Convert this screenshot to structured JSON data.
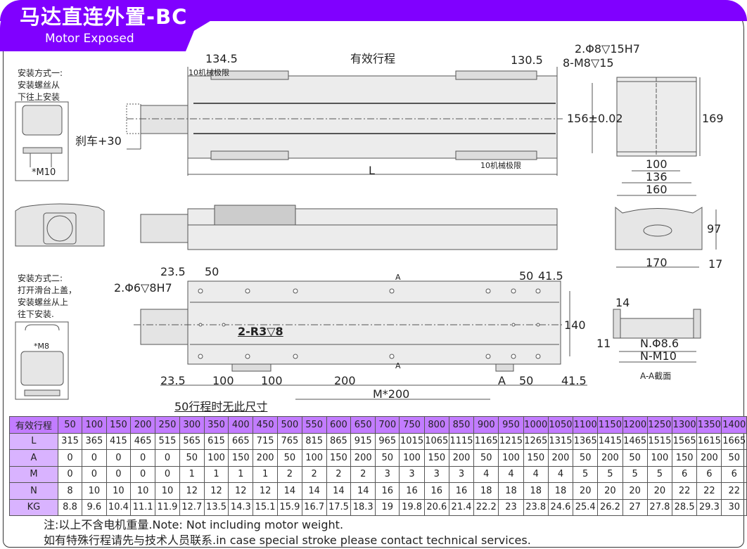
{
  "header": {
    "title": "马达直连外置-BC",
    "subtitle": "Motor Exposed"
  },
  "colors": {
    "brand": "#8000ff",
    "table_head": "#c27cff",
    "table_label": "#d9b3ff"
  },
  "install1": {
    "text": [
      "安装方式一:",
      "安装螺丝从",
      "下往上安装"
    ],
    "screw": "*M10"
  },
  "install2": {
    "text": [
      "安装方式二:",
      "打开滑台上盖，",
      "安装螺丝从上",
      "往下安装."
    ],
    "screw": "*M8"
  },
  "dims": {
    "top_left": "134.5",
    "effective_stroke": "有效行程",
    "top_right": "130.5",
    "mech_limit_1": "10机械极限",
    "mech_limit_2": "10机械极限",
    "brake": "刹车+30",
    "length": "L",
    "end_pin": "2.Φ8▽15H7",
    "end_screw": "8-M8▽15",
    "end_height": "156±0.02",
    "end_total": "169",
    "end_w1": "100",
    "end_w2": "136",
    "end_w3": "160",
    "side_h": "97",
    "side_w": "170",
    "side_17": "17",
    "bot_23_5_top": "23.5",
    "bot_50_top": "50",
    "bot_pin": "2.Φ6▽8H7",
    "bot_A_top": "A",
    "bot_50_right": "50",
    "bot_41_5_top": "41.5",
    "bot_r3": "2-R3▽8",
    "bot_140": "140",
    "bot_A_bottom": "A",
    "bot_23_5": "23.5",
    "bot_100a": "100",
    "bot_100b": "100",
    "bot_200": "200",
    "bot_m200": "M*200",
    "bot_A": "A",
    "bot_50": "50",
    "bot_41_5": "41.5",
    "no_dim_50": "50行程时无此尺寸",
    "sec_14": "14",
    "sec_11": "11",
    "sec_hole": "N.Φ8.6",
    "sec_thread": "N-M10",
    "sec_title": "A-A截面"
  },
  "table": {
    "rows": [
      {
        "label": "有效行程",
        "values": [
          "50",
          "100",
          "150",
          "200",
          "250",
          "300",
          "350",
          "400",
          "450",
          "500",
          "550",
          "600",
          "650",
          "700",
          "750",
          "800",
          "850",
          "900",
          "950",
          "1000",
          "1050",
          "1100",
          "1150",
          "1200",
          "1250",
          "1300",
          "1350",
          "1400"
        ]
      },
      {
        "label": "L",
        "values": [
          "315",
          "365",
          "415",
          "465",
          "515",
          "565",
          "615",
          "665",
          "715",
          "765",
          "815",
          "865",
          "915",
          "965",
          "1015",
          "1065",
          "1115",
          "1165",
          "1215",
          "1265",
          "1315",
          "1365",
          "1415",
          "1465",
          "1515",
          "1565",
          "1615",
          "1665"
        ]
      },
      {
        "label": "A",
        "values": [
          "0",
          "0",
          "0",
          "0",
          "0",
          "50",
          "100",
          "150",
          "200",
          "50",
          "100",
          "150",
          "200",
          "50",
          "100",
          "150",
          "200",
          "50",
          "100",
          "150",
          "200",
          "50",
          "200",
          "50",
          "100",
          "150",
          "200",
          "50"
        ]
      },
      {
        "label": "M",
        "values": [
          "0",
          "0",
          "0",
          "0",
          "0",
          "1",
          "1",
          "1",
          "1",
          "2",
          "2",
          "2",
          "2",
          "3",
          "3",
          "3",
          "3",
          "4",
          "4",
          "4",
          "4",
          "5",
          "5",
          "5",
          "5",
          "6",
          "6",
          "6"
        ]
      },
      {
        "label": "N",
        "values": [
          "8",
          "10",
          "10",
          "10",
          "10",
          "12",
          "12",
          "12",
          "12",
          "14",
          "14",
          "14",
          "14",
          "16",
          "16",
          "16",
          "16",
          "18",
          "18",
          "18",
          "18",
          "20",
          "20",
          "20",
          "20",
          "22",
          "22",
          "22"
        ]
      },
      {
        "label": "KG",
        "values": [
          "8.8",
          "9.6",
          "10.4",
          "11.1",
          "11.9",
          "12.7",
          "13.5",
          "14.3",
          "15.1",
          "15.9",
          "16.7",
          "17.5",
          "18.3",
          "19",
          "19.8",
          "20.6",
          "21.4",
          "22.2",
          "23",
          "23.8",
          "24.6",
          "25.4",
          "26.2",
          "27",
          "27.8",
          "28.5",
          "29.3",
          "30"
        ]
      }
    ]
  },
  "notes": [
    "注:以上不含电机重量.Note: Not including motor weight.",
    "如有特殊行程请先与技术人员联系.in case special stroke please contact technical services."
  ]
}
